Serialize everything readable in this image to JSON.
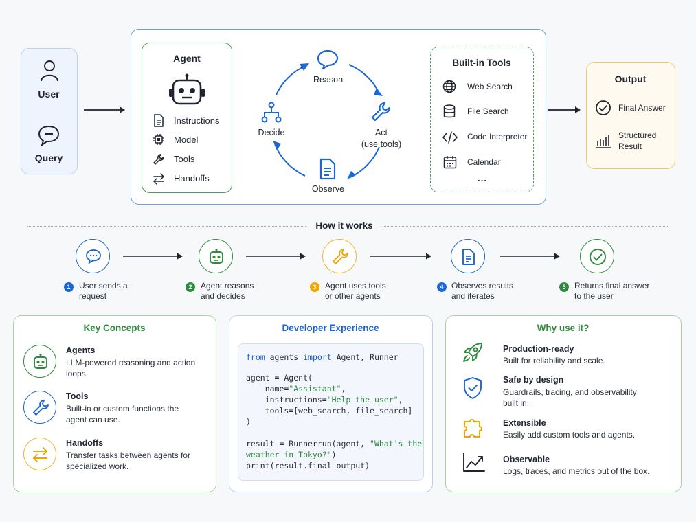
{
  "input": {
    "user_label": "User",
    "query_label": "Query"
  },
  "agent": {
    "title": "Agent",
    "items": [
      "Instructions",
      "Model",
      "Tools",
      "Handoffs"
    ]
  },
  "loop": {
    "reason": "Reason",
    "act": "Act",
    "act_sub": "(use tools)",
    "observe": "Observe",
    "decide": "Decide"
  },
  "tools": {
    "title": "Built-in Tools",
    "items": [
      "Web Search",
      "File Search",
      "Code Interpreter",
      "Calendar"
    ],
    "more": "..."
  },
  "output": {
    "title": "Output",
    "items": [
      "Final Answer",
      "Structured",
      "Result"
    ]
  },
  "how": {
    "title": "How it works",
    "steps": [
      {
        "num": "1",
        "line1": "User sends a",
        "line2": "request",
        "color": "#1a66d2"
      },
      {
        "num": "2",
        "line1": "Agent reasons",
        "line2": "and decides",
        "color": "#2e8b3e"
      },
      {
        "num": "3",
        "line1": "Agent uses tools",
        "line2": "or other agents",
        "color": "#f0a500"
      },
      {
        "num": "4",
        "line1": "Observes results",
        "line2": "and iterates",
        "color": "#1a66d2"
      },
      {
        "num": "5",
        "line1": "Returns final answer",
        "line2": "to the user",
        "color": "#2e8b3e"
      }
    ]
  },
  "key_concepts": {
    "title": "Key Concepts",
    "items": [
      {
        "title": "Agents",
        "line1": "LLM-powered reasoning and action",
        "line2": "loops."
      },
      {
        "title": "Tools",
        "line1": "Built-in or custom functions the",
        "line2": "agent can use."
      },
      {
        "title": "Handoffs",
        "line1": "Transfer tasks between agents for",
        "line2": "specialized work."
      }
    ]
  },
  "dev": {
    "title": "Developer Experience",
    "code": {
      "l1_kw1": "from",
      "l1_mid": " agents ",
      "l1_kw2": "import",
      "l1_rest": " Agent, Runner",
      "l3": "agent = Agent(",
      "l4_pre": "    name=",
      "l4_str": "\"Assistant\"",
      "l4_post": ",",
      "l5_pre": "    instructions=",
      "l5_str": "\"Help the user\"",
      "l5_post": ",",
      "l6": "    tools=[web_search, file_search]",
      "l7": ")",
      "l9_pre": "result = Runnerrun(agent, ",
      "l9_str": "\"What's the",
      "l10_str": "weather in Tokyo?\"",
      "l10_post": ")",
      "l11": "print(result.final_output)"
    }
  },
  "why": {
    "title": "Why use it?",
    "items": [
      {
        "title": "Production-ready",
        "line1": "Built for reliability and scale.",
        "line2": ""
      },
      {
        "title": "Safe by design",
        "line1": "Guardrails, tracing, and observability",
        "line2": "built in."
      },
      {
        "title": "Extensible",
        "line1": "Easily add custom tools and agents.",
        "line2": ""
      },
      {
        "title": "Observable",
        "line1": "Logs, traces, and metrics out of the box.",
        "line2": ""
      }
    ]
  },
  "colors": {
    "blue": "#1a66d2",
    "green": "#2e8b3e",
    "orange": "#f0a500",
    "dark": "#1f2430"
  }
}
